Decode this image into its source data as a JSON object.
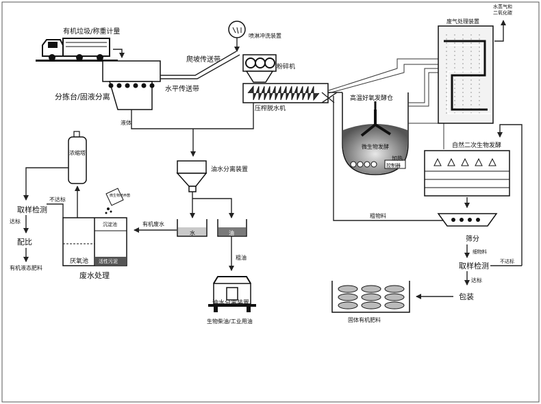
{
  "labels": {
    "truck": "有机垃圾/称重计量",
    "sorting": "分拣台/固液分离",
    "horizontal_belt": "水平传送带",
    "climb_belt": "爬坡传送带",
    "spray": "喷淋冲洗装置",
    "crusher": "粉碎机",
    "dewater": "压榨脱水机",
    "liquid": "液体",
    "oil_water_sep": "油水分离装置",
    "water": "水",
    "oil": "油",
    "organic_wastewater": "有机废水",
    "crude_oil": "粗油",
    "biodiesel_device": "油水分离装置",
    "biodiesel_out": "生物柴油/工业用油",
    "concentrator": "浓缩塔",
    "sampling_left": "取样检测",
    "qualified_left": "达标",
    "unqualified_left": "不达标",
    "mix": "配比",
    "liquid_fertilizer": "有机液态肥料",
    "bio_chem": "微生物培养菌",
    "sediment_tank": "沉淀池",
    "anaerobic_tank": "厌氧池",
    "activated_sludge": "活性污泥",
    "wastewater_treatment": "废水处理",
    "fermenter": "高温好氧发酵仓",
    "microbe_ferment": "微生物发酵",
    "heating": "加热",
    "controller": "控制器",
    "gas_treatment": "废气处理装置",
    "gas_out": "水蒸气和\n二氧化碳",
    "secondary_ferment": "自然二次生物发酵",
    "coarse": "粗物料",
    "screening": "筛分",
    "fine": "细物料",
    "sampling_right": "取样检测",
    "unqualified_right": "不达标",
    "qualified_right": "达标",
    "packaging": "包装",
    "solid_fertilizer": "固体有机肥料"
  },
  "colors": {
    "line": "#222222",
    "water_fill": "#c9c9c9",
    "oil_fill": "#7a7a7a",
    "sludge_fill": "#555555",
    "fermenter_fill": "#444444"
  }
}
